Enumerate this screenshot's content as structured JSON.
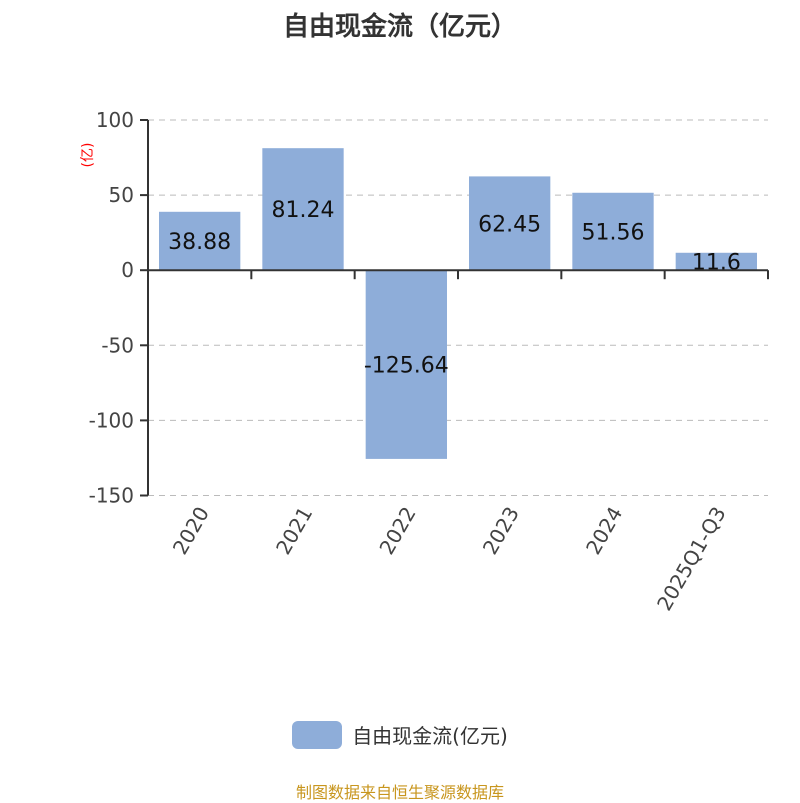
{
  "chart_data": {
    "type": "bar",
    "title": "自由现金流（亿元）",
    "categories": [
      "2020",
      "2021",
      "2022",
      "2023",
      "2024",
      "2025Q1-Q3"
    ],
    "series": [
      {
        "name": "自由现金流(亿元)",
        "values": [
          38.88,
          81.24,
          -125.64,
          62.45,
          51.56,
          11.6
        ]
      }
    ],
    "data_labels": [
      "38.88",
      "81.24",
      "-125.64",
      "62.45",
      "51.56",
      "11.6"
    ],
    "ylabel": "(亿)",
    "ylim": [
      -150,
      100
    ],
    "yticks": [
      100,
      50,
      0,
      -50,
      -100,
      -150
    ],
    "grid": true,
    "legend": "bottom-center",
    "bar_color": "#8eadd9",
    "ylabel_color": "#ff0000"
  },
  "source": "制图数据来自恒生聚源数据库"
}
